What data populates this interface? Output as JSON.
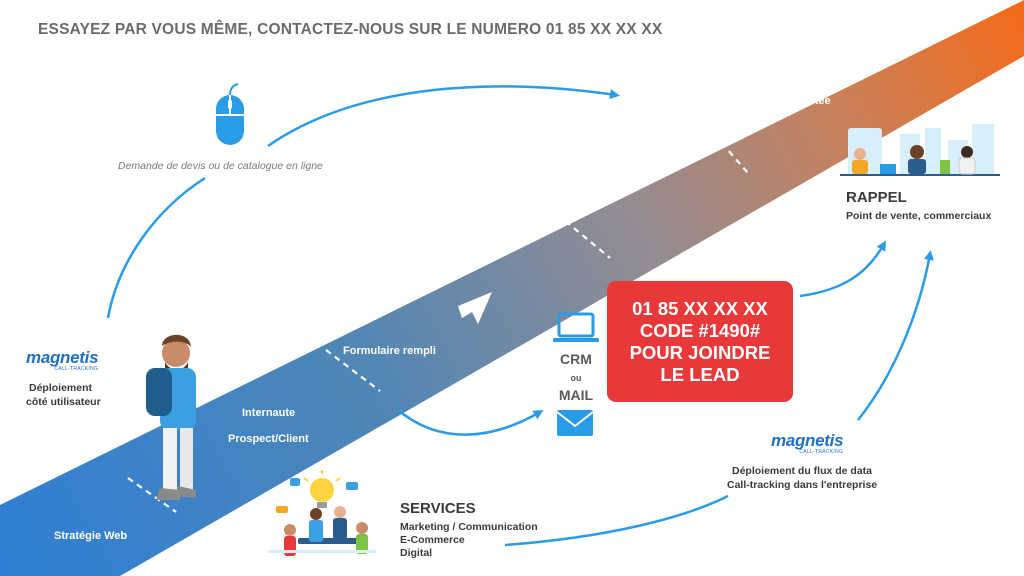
{
  "header": "ESSAYEZ PAR VOUS MÊME, CONTACTEZ-NOUS SUR LE NUMERO 01 85 XX XX XX",
  "band": {
    "strategie": "Stratégie Web",
    "internaute": "Internaute",
    "prospect": "Prospect/Client",
    "formulaire": "Formulaire rempli",
    "demande_traitee": "Demande traitée"
  },
  "mouse": {
    "caption": "Demande de devis ou de catalogue en ligne",
    "icon": "mouse-icon"
  },
  "magnetis_left": {
    "logo_word": "magnetis",
    "logo_sub": "CALL-TRACKING",
    "line1": "Déploiement",
    "line2": "côté utilisateur"
  },
  "magnetis_right": {
    "logo_word": "magnetis",
    "logo_sub": "CALL-TRACKING",
    "line1": "Déploiement du flux de data",
    "line2": "Call-tracking dans l'entreprise"
  },
  "rappel": {
    "title": "RAPPEL",
    "subtitle": "Point de vente, commerciaux"
  },
  "crm": {
    "crm": "CRM",
    "ou": "ou",
    "mail": "MAIL"
  },
  "redbox": {
    "line1": "01 85 XX XX XX",
    "line2": "CODE #1490#",
    "line3": "POUR JOINDRE",
    "line4": "LE LEAD"
  },
  "services": {
    "title": "SERVICES",
    "line1": "Marketing / Communication",
    "line2": "E-Commerce",
    "line3": "Digital"
  },
  "colors": {
    "accent_blue": "#2a9be6",
    "band_start": "#2d7dd2",
    "band_mid": "#8a8a94",
    "band_end": "#f2681c",
    "red": "#e8393a",
    "logo_blue": "#1e70c8"
  }
}
